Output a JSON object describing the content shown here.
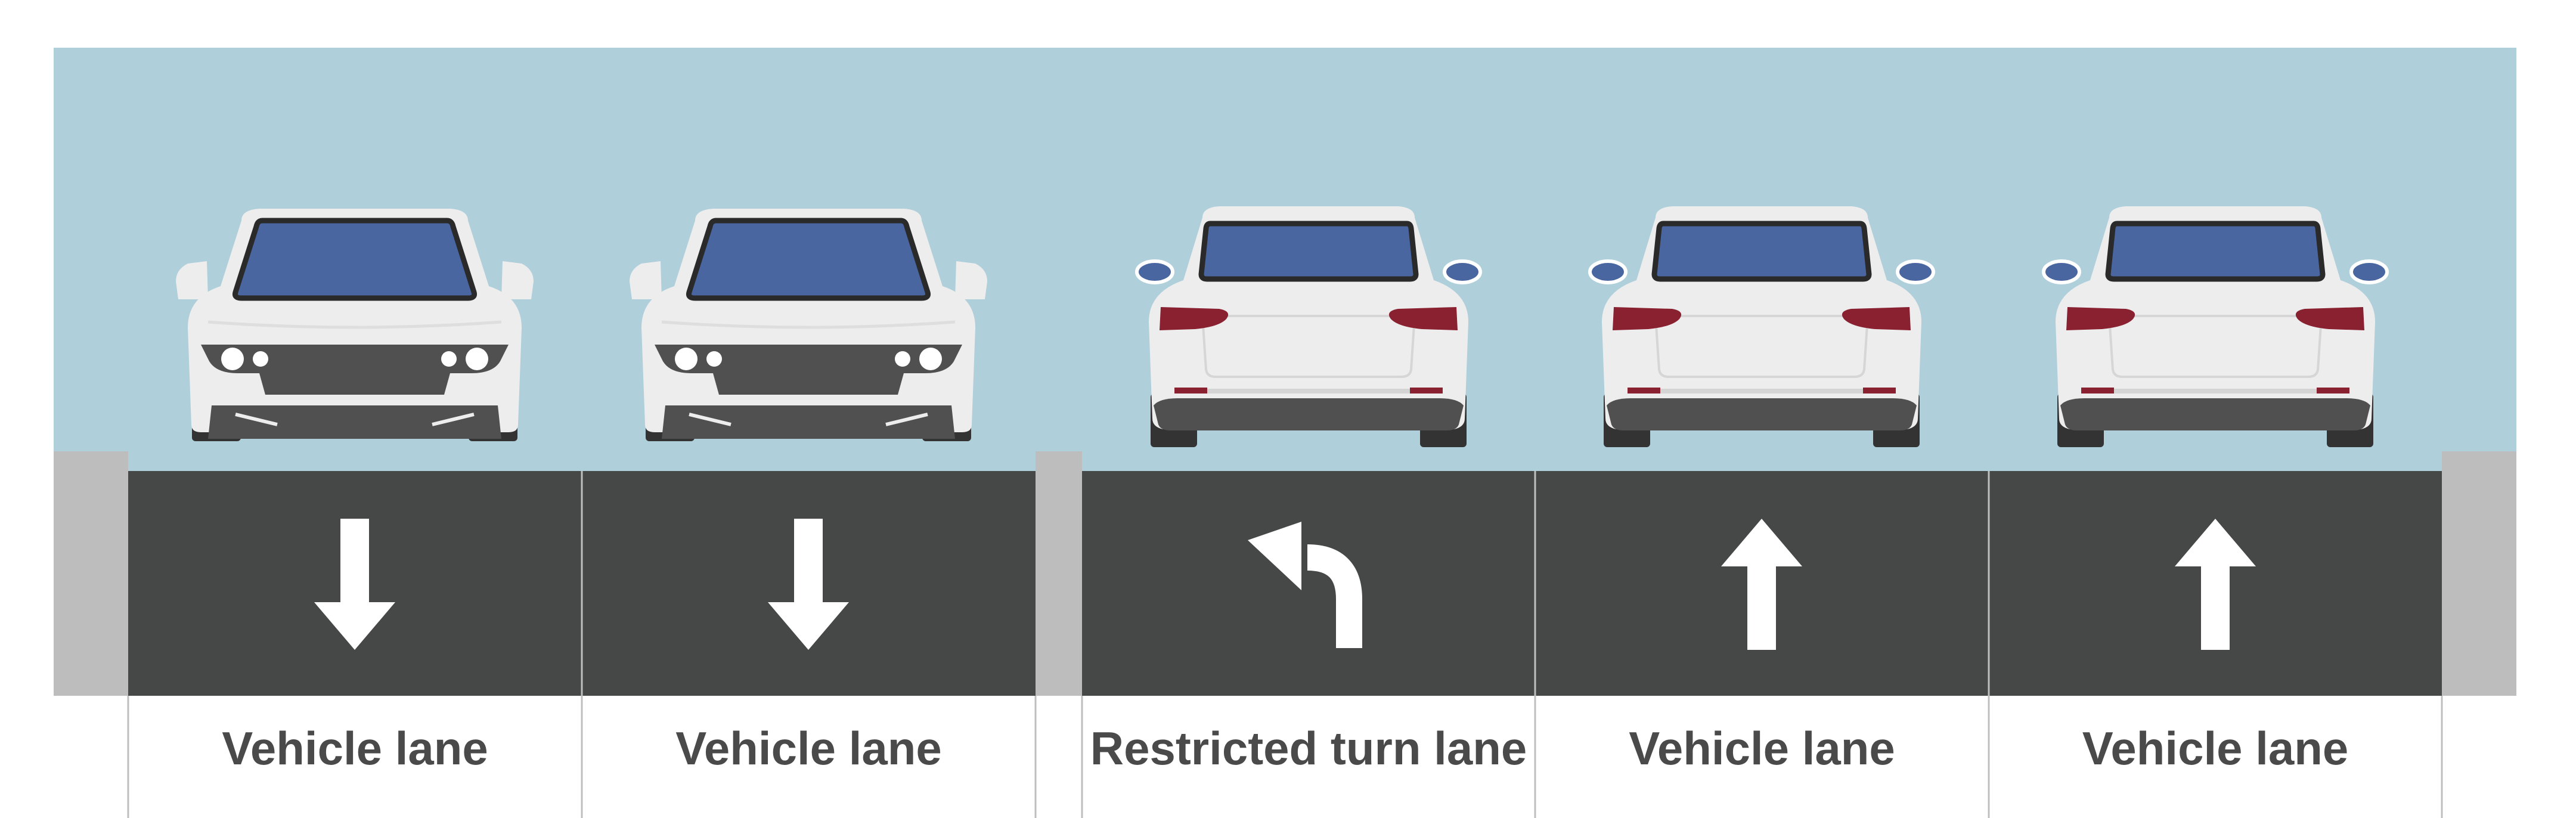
{
  "colors": {
    "sky": "#AFCFDB",
    "road": "#464747",
    "median": "#BDBDBE",
    "divider": "#BFBFBF",
    "marking": "#FFFFFF",
    "label_text": "#4A4A4A",
    "car_body": "#EDEDEE",
    "windshield": "#4A66A0",
    "tail_light": "#8A2131",
    "tire": "#333333"
  },
  "lanes": [
    {
      "label": "Vehicle lane",
      "marking": "arrow-down-icon",
      "car": "car-front-view"
    },
    {
      "label": "Vehicle lane",
      "marking": "arrow-down-icon",
      "car": "car-front-view"
    },
    {
      "label": "Restricted turn lane",
      "marking": "left-turn-arrow-icon",
      "car": "car-rear-view"
    },
    {
      "label": "Vehicle lane",
      "marking": "arrow-up-icon",
      "car": "car-rear-view"
    },
    {
      "label": "Vehicle lane",
      "marking": "arrow-up-icon",
      "car": "car-rear-view"
    }
  ]
}
